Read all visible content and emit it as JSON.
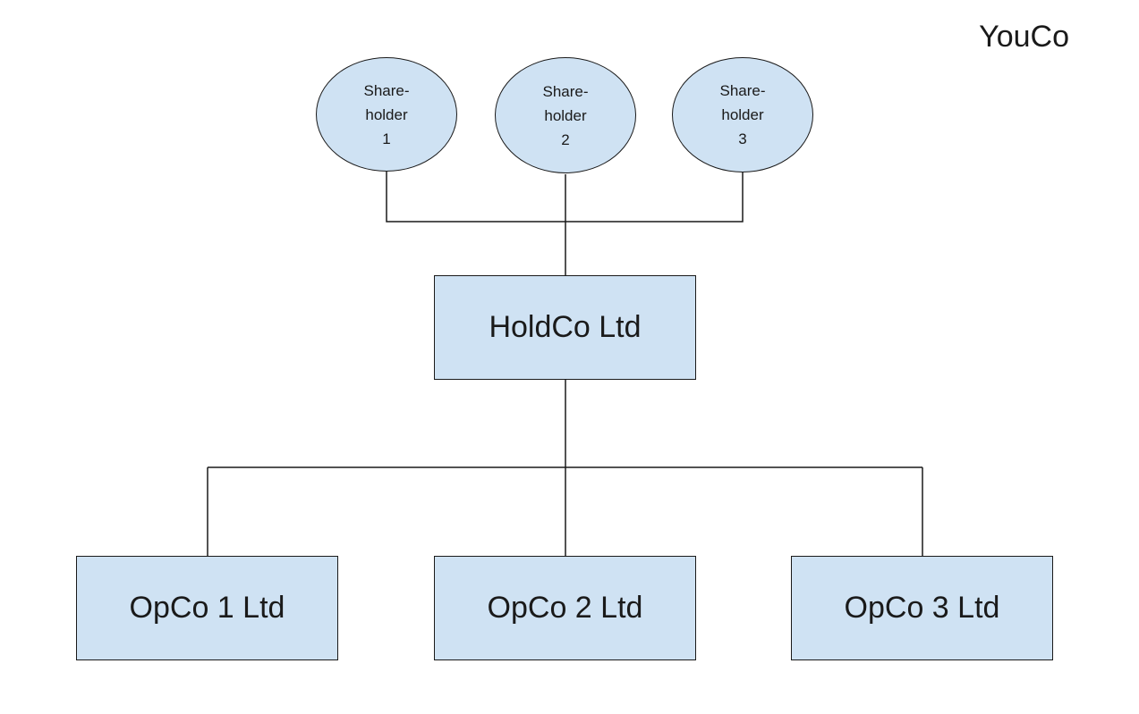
{
  "brand": "YouCo",
  "shareholders": [
    {
      "label": "Share-\nholder\n1"
    },
    {
      "label": "Share-\nholder\n2"
    },
    {
      "label": "Share-\nholder\n3"
    }
  ],
  "holdco": {
    "label": "HoldCo Ltd"
  },
  "opcos": [
    {
      "label": "OpCo 1 Ltd"
    },
    {
      "label": "OpCo 2 Ltd"
    },
    {
      "label": "OpCo 3 Ltd"
    }
  ],
  "colors": {
    "node_fill": "#cfe2f3",
    "stroke": "#1a1a1a"
  }
}
